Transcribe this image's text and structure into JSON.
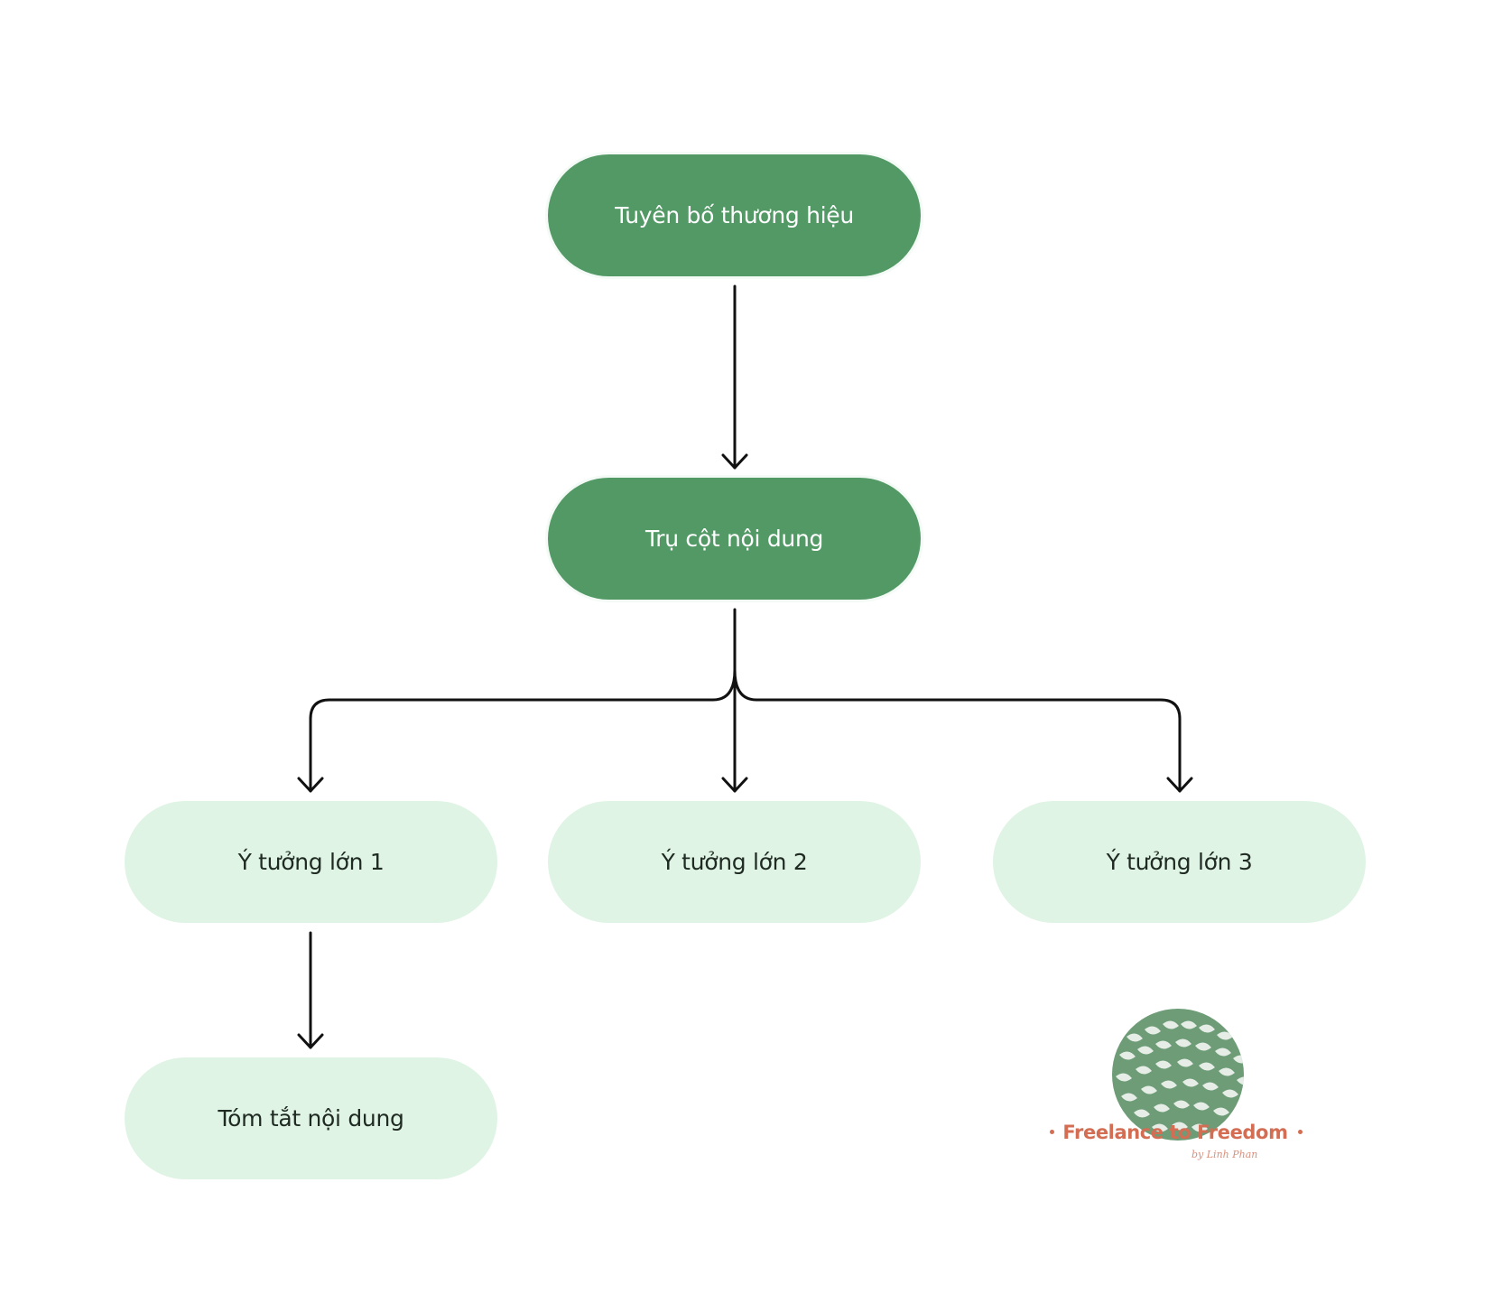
{
  "diagram": {
    "nodes": {
      "brand_statement": "Tuyên bố thương hiệu",
      "content_pillar": "Trụ cột nội dung",
      "big_idea_1": "Ý tưởng lớn 1",
      "big_idea_2": "Ý tưởng lớn 2",
      "big_idea_3": "Ý tưởng lớn 3",
      "content_summary": "Tóm tắt nội dung"
    },
    "edges": [
      {
        "from": "brand_statement",
        "to": "content_pillar"
      },
      {
        "from": "content_pillar",
        "to": "big_idea_1"
      },
      {
        "from": "content_pillar",
        "to": "big_idea_2"
      },
      {
        "from": "content_pillar",
        "to": "big_idea_3"
      },
      {
        "from": "big_idea_1",
        "to": "content_summary"
      }
    ],
    "colors": {
      "primary_node": "#529966",
      "secondary_node": "#dff4e4",
      "connector": "#111111"
    }
  },
  "logo": {
    "title": "Freelance to Freedom",
    "byline": "by Linh Phan",
    "icon": "leaf-sphere-icon",
    "colors": {
      "emblem": "#6d9c77",
      "text": "#d36d53"
    }
  }
}
